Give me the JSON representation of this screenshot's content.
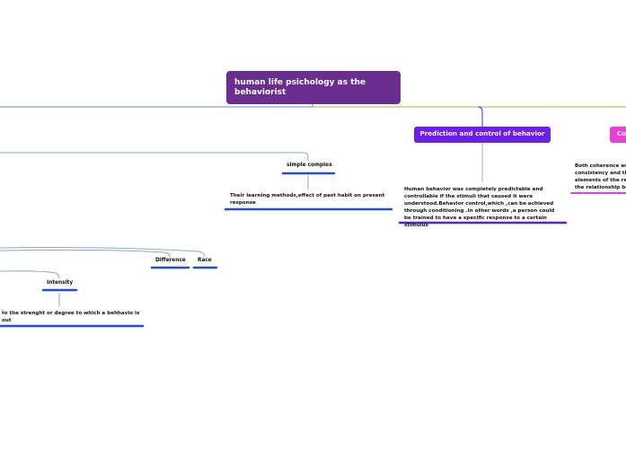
{
  "map": {
    "root": "human life psichology as the behaviorist",
    "prediction": "Prediction and control of behavior",
    "prediction_text": "Human behavior was completely predictable and controllable if the stimuli that caused it were understood.Behavior control,which ,can be achieved through conditioning .In other words ,a person could be trained to have a specific response to a certain stimulus",
    "coherence": "Co",
    "coherence_text_1": "Both coherence and",
    "coherence_text_2": "consistency and the",
    "coherence_text_3": "elements of the req",
    "coherence_text_4": "the relationship bet",
    "simple_complex": "simple complex",
    "learning_text": "Their learning methods,effect of past habit on present response",
    "difference": "Difference",
    "race": "Race",
    "intensity": "Intensity",
    "intensity_text_1": "to the strenght or degree to which a behhavio is",
    "intensity_text_2": "out"
  },
  "colors": {
    "root": "#6a2d90",
    "prediction": "#6d1df2",
    "coherence": "#ec3fd6",
    "blue_line": "#1e4fd8",
    "purple_line": "#5b1ed8",
    "magenta_line": "#e040e0",
    "olive_line": "#a8b33a",
    "light_blue_line": "#8aa8d8"
  }
}
